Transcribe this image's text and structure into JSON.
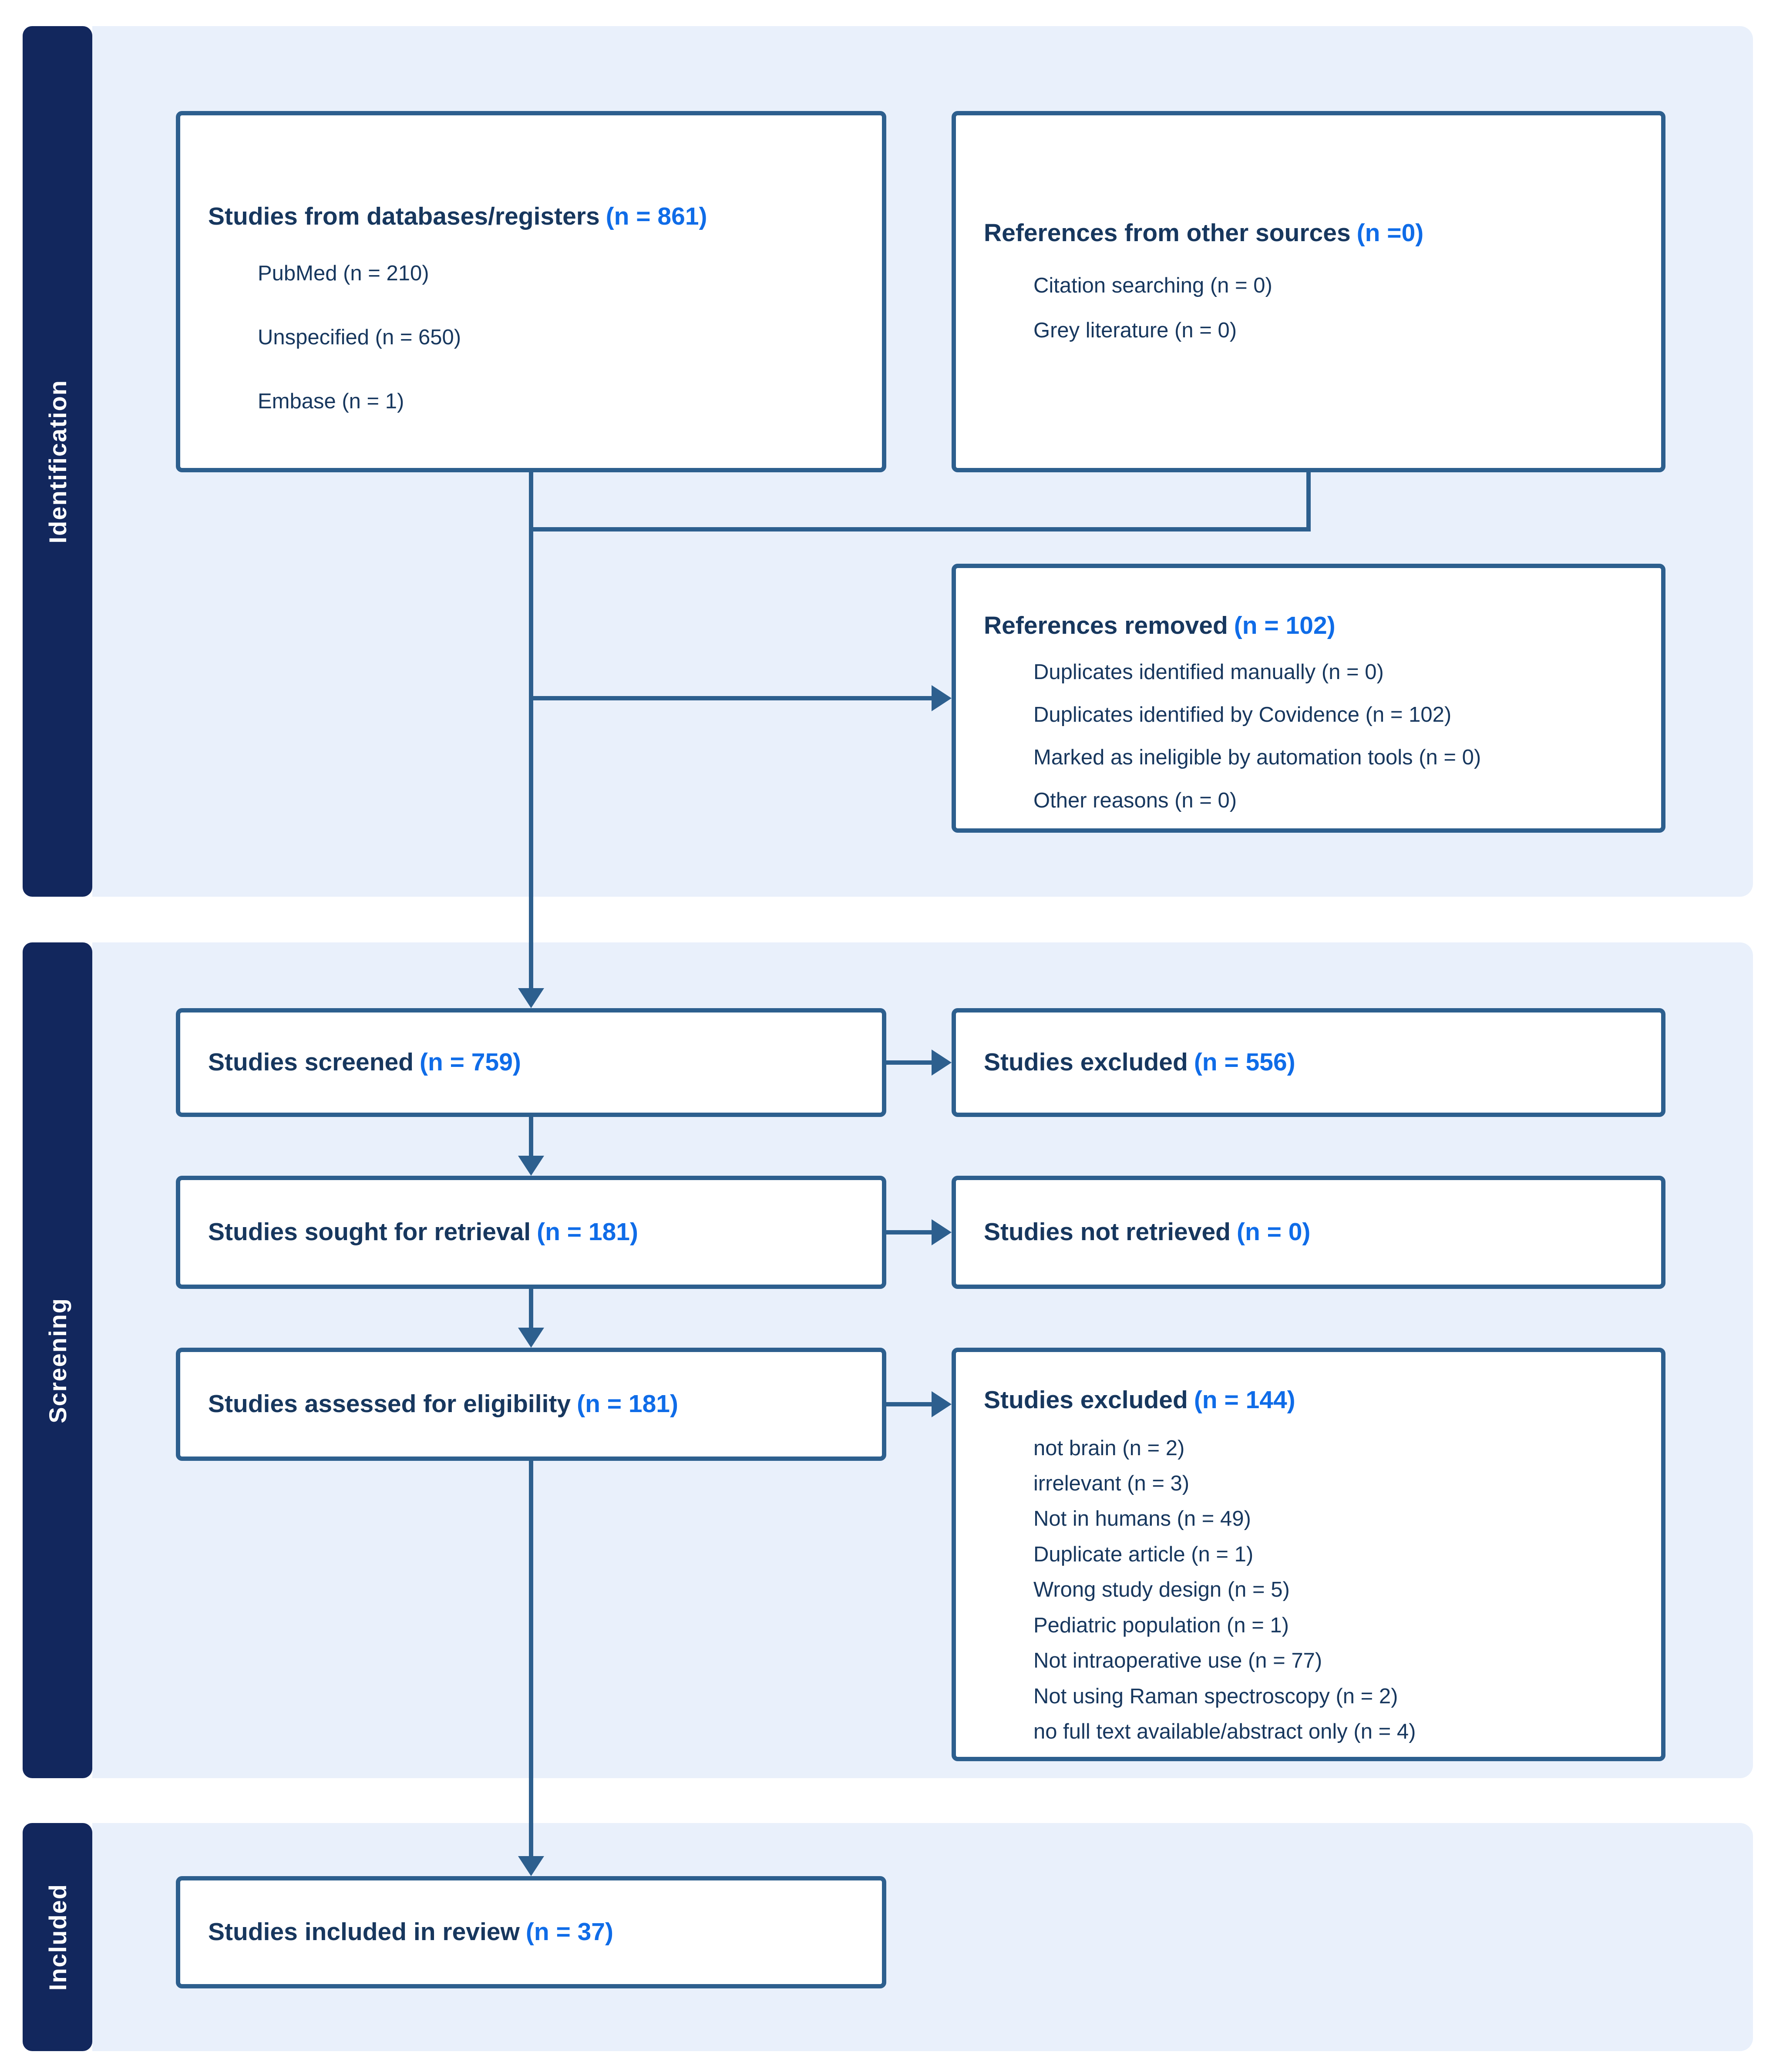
{
  "diagram_type": "PRISMA flow diagram",
  "colors": {
    "stagebar_navy": "#12275d",
    "panel_blue": "#e9f0fb",
    "box_border_blue": "#2d5f8e",
    "text_navy": "#17375e",
    "count_blue": "#0f6ce8"
  },
  "sidebar": {
    "sections": [
      {
        "label": "Identification"
      },
      {
        "label": "Screening"
      },
      {
        "label": "Included"
      }
    ]
  },
  "boxes": {
    "databases": {
      "title": "Studies from databases/registers",
      "count": "(n = 861)",
      "items": [
        "PubMed (n = 210)",
        "Unspecified (n = 650)",
        "Embase (n = 1)"
      ]
    },
    "other_sources": {
      "title": "References from other sources",
      "count": "(n =0)",
      "items": [
        "Citation searching (n = 0)",
        "Grey literature (n = 0)"
      ]
    },
    "references_removed": {
      "title": "References removed",
      "count": "(n = 102)",
      "items": [
        "Duplicates identified manually (n = 0)",
        "Duplicates identified by Covidence (n = 102)",
        "Marked as ineligible by automation tools (n = 0)",
        "Other reasons (n = 0)"
      ]
    },
    "screened": {
      "title": "Studies screened",
      "count": "(n = 759)"
    },
    "excluded_screening": {
      "title": "Studies excluded",
      "count": "(n = 556)"
    },
    "sought": {
      "title": "Studies sought for retrieval",
      "count": "(n = 181)"
    },
    "not_retrieved": {
      "title": "Studies not retrieved",
      "count": "(n = 0)"
    },
    "assessed": {
      "title": "Studies assessed for eligibility",
      "count": "(n = 181)"
    },
    "excluded_eligibility": {
      "title": "Studies excluded",
      "count": "(n = 144)",
      "items": [
        "not brain (n = 2)",
        "irrelevant (n = 3)",
        "Not in humans (n = 49)",
        "Duplicate article (n = 1)",
        "Wrong study design (n = 5)",
        "Pediatric population (n = 1)",
        "Not intraoperative use (n = 77)",
        "Not using Raman spectroscopy (n = 2)",
        "no full text available/abstract only (n = 4)"
      ]
    },
    "included_review": {
      "title": "Studies included in review",
      "count": "(n = 37)"
    }
  }
}
